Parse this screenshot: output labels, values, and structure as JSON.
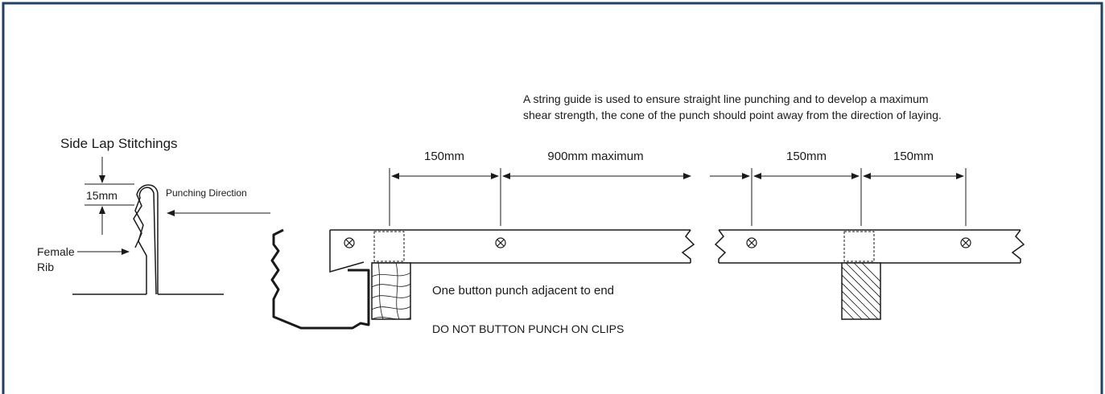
{
  "colors": {
    "border": "#1f4166",
    "line": "#1a1a1a",
    "background": "#ffffff"
  },
  "side_lap": {
    "title": "Side Lap Stitchings",
    "dim": "15mm",
    "punch_label": "Punching Direction",
    "rib_line1": "Female",
    "rib_line2": "Rib"
  },
  "note": {
    "line1": "A string guide is used to ensure straight line punching and to develop a maximum",
    "line2": "shear strength, the cone of the punch should point away from the direction of laying."
  },
  "dims": {
    "d1": "150mm",
    "d2": "900mm maximum",
    "d3": "150mm",
    "d4": "150mm"
  },
  "labels": {
    "adjacent": "One button punch adjacent to end",
    "warning": "DO NOT BUTTON PUNCH ON CLIPS"
  }
}
